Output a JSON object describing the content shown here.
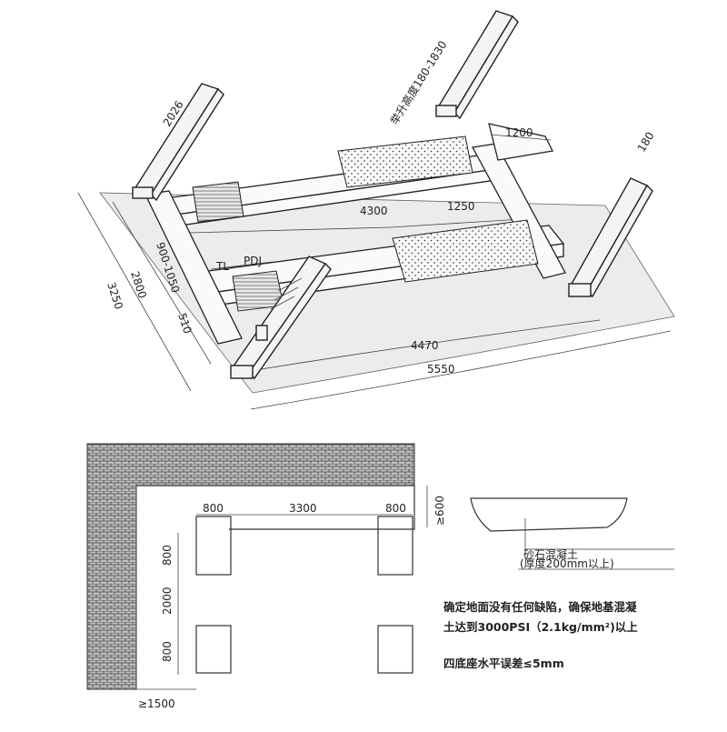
{
  "lift": {
    "dimensions": {
      "post_height": "2026",
      "lift_height": "举升高度180-1830",
      "ramp_length": "1200",
      "post_width": "180",
      "wheelbase_span": "4300",
      "plate_length": "1250",
      "inner_width_range": "900-1050",
      "label_tl": "TL",
      "label_pdj": "PDJ",
      "inner_width": "2800",
      "outer_width": "3250",
      "track_offset": "510",
      "overall_length": "4470",
      "floor_length": "5550"
    }
  },
  "foundation": {
    "dimensions": {
      "pad_width_left": "800",
      "span_between": "3300",
      "pad_width_right": "800",
      "edge_min": "≥600",
      "pad_depth_top": "800",
      "pad_spacing": "2000",
      "pad_depth_bottom": "800",
      "side_min": "≥1500"
    },
    "section_label_1": "砂石混凝土",
    "section_label_2": "(厚度200mm以上)",
    "notes": [
      "确定地面没有任何缺陷，确保地基混凝",
      "土达到3000PSI（2.1kg/mm²)以上",
      "四底座水平误差≤5mm"
    ]
  },
  "colors": {
    "line": "#222222",
    "wall_fill": "#9a9a9a"
  }
}
